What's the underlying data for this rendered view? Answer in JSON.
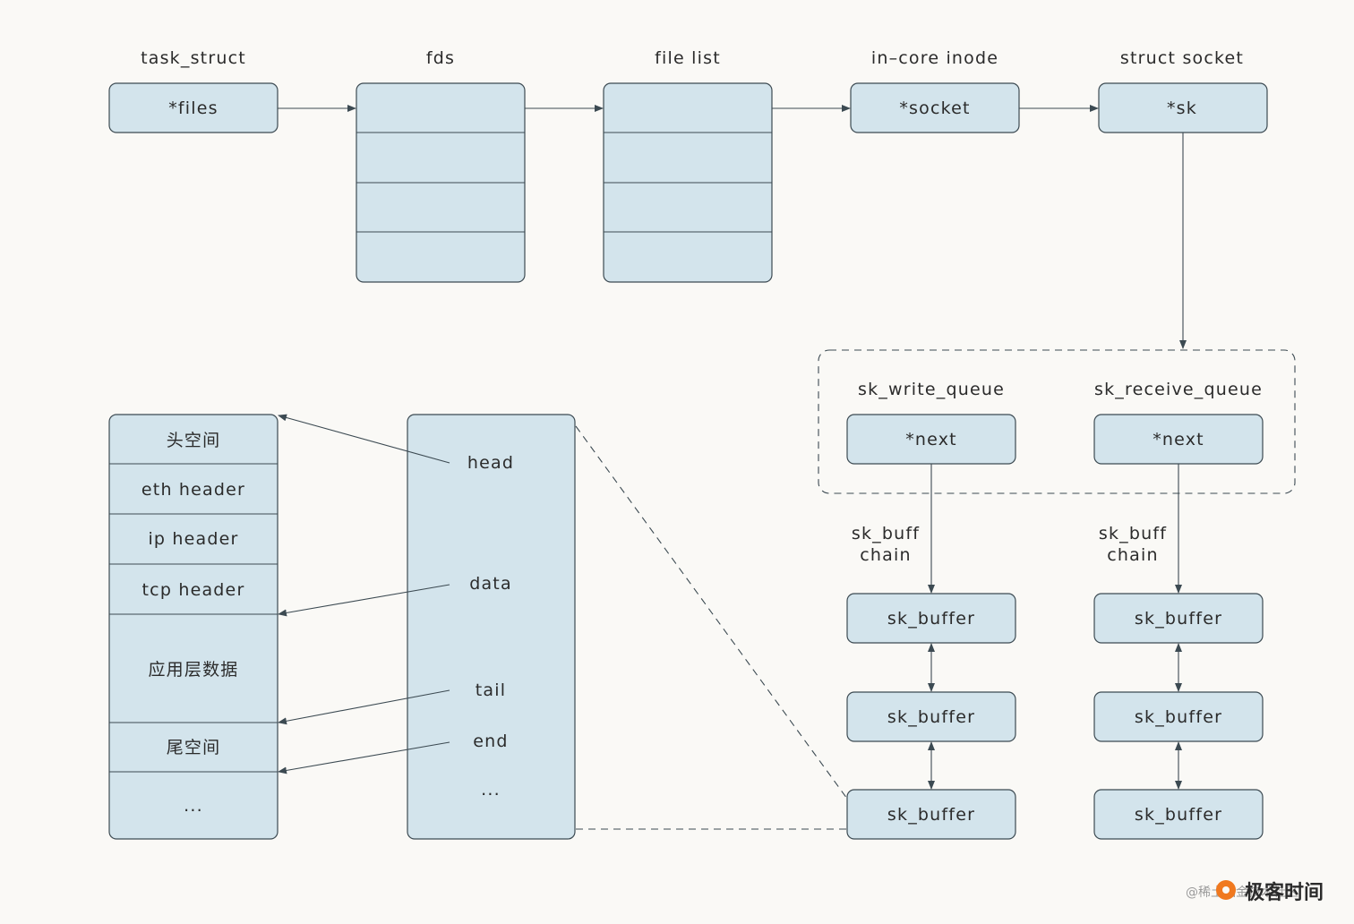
{
  "top_row": {
    "task_struct": {
      "title": "task_struct",
      "field": "*files"
    },
    "fds": {
      "title": "fds"
    },
    "file_list": {
      "title": "file list"
    },
    "inode": {
      "title": "in–core inode",
      "field": "*socket"
    },
    "socket": {
      "title": "struct socket",
      "field": "*sk"
    }
  },
  "queues": {
    "write": {
      "title": "sk_write_queue",
      "field": "*next",
      "chain_line1": "sk_buff",
      "chain_line2": "chain",
      "buffers": [
        "sk_buffer",
        "sk_buffer",
        "sk_buffer"
      ]
    },
    "receive": {
      "title": "sk_receive_queue",
      "field": "*next",
      "chain_line1": "sk_buff",
      "chain_line2": "chain",
      "buffers": [
        "sk_buffer",
        "sk_buffer",
        "sk_buffer"
      ]
    }
  },
  "packet": {
    "rows": [
      "头空间",
      "eth header",
      "ip header",
      "tcp header",
      "应用层数据",
      "尾空间",
      "..."
    ]
  },
  "skbuff": {
    "fields": [
      "head",
      "data",
      "tail",
      "end",
      "..."
    ]
  },
  "watermark": {
    "text": "@稀土掘金技术社区",
    "brand": "极客时间"
  }
}
